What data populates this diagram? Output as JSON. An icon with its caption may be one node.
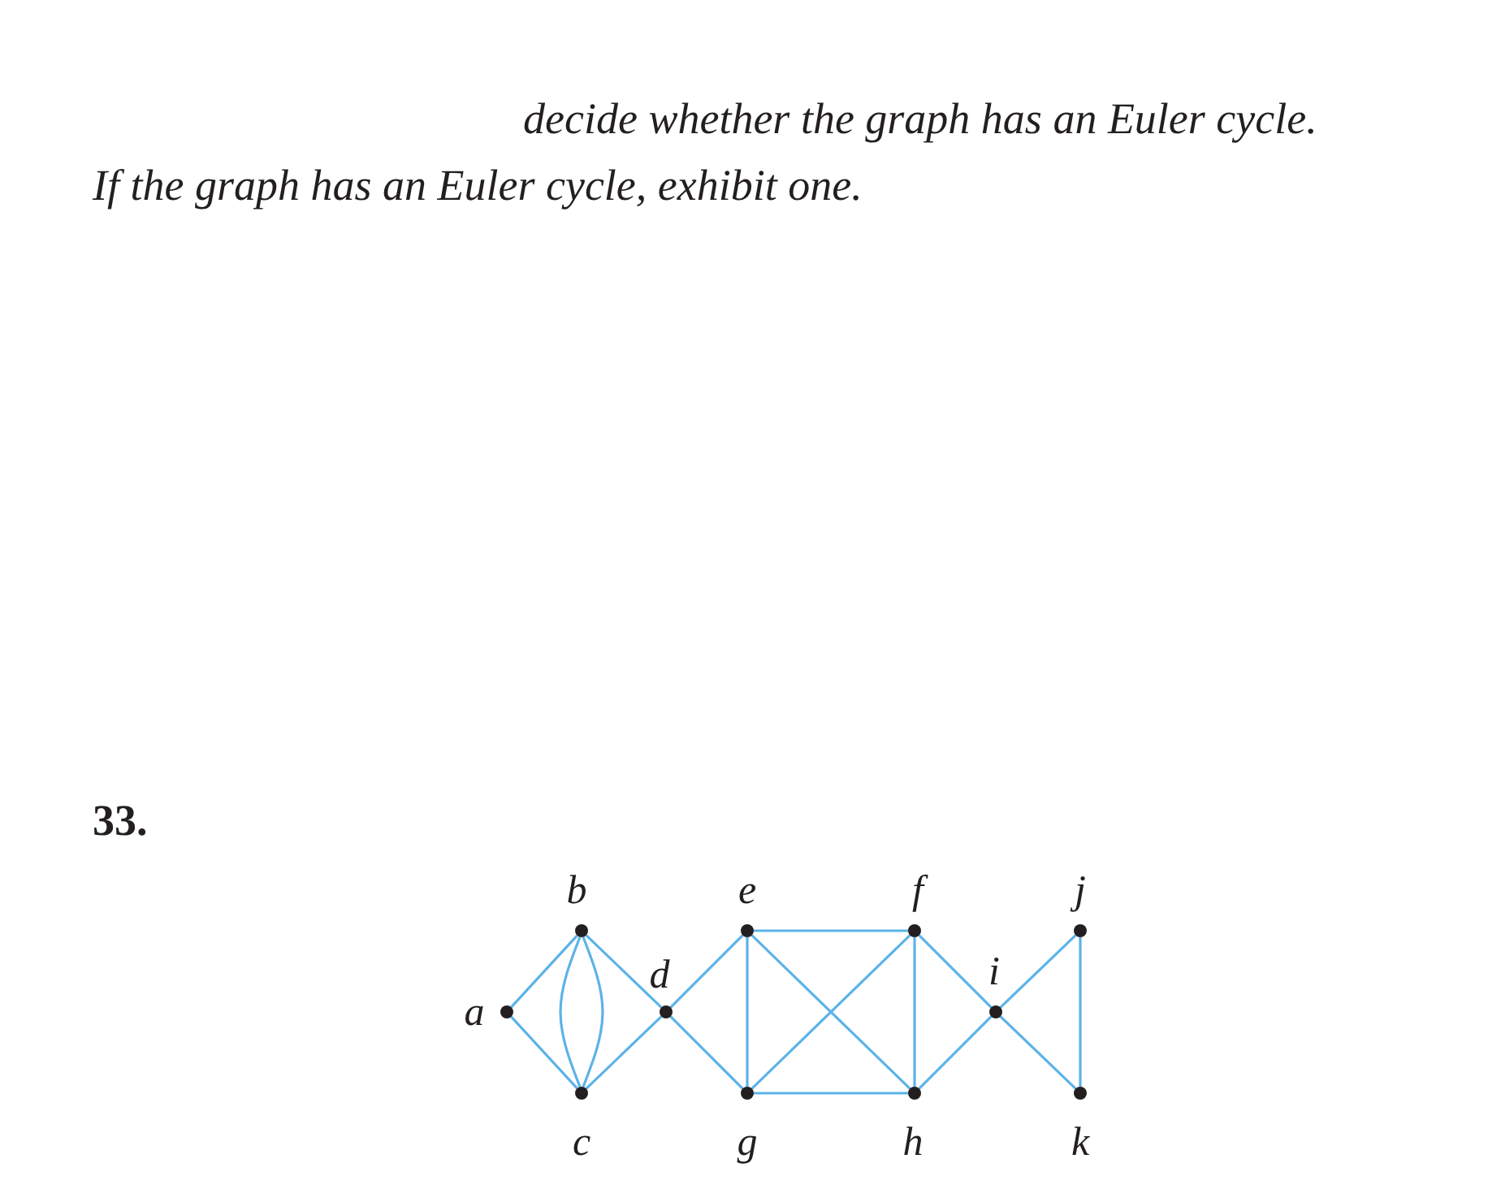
{
  "diagram": {
    "nodes": [
      {
        "text": [],
        "shape": "circle",
        "beside": [
          "a"
        ]
      },
      {
        "text": [],
        "shape": "circle",
        "beside": [
          "b"
        ]
      },
      {
        "text": [],
        "shape": "circle",
        "beside": [
          "c"
        ]
      },
      {
        "text": [],
        "shape": "circle",
        "beside": [
          "d"
        ]
      },
      {
        "text": [],
        "shape": "circle",
        "beside": [
          "e"
        ]
      },
      {
        "text": [],
        "shape": "circle",
        "beside": [
          "g"
        ]
      },
      {
        "text": [],
        "shape": "circle",
        "beside": [
          "f"
        ]
      },
      {
        "text": [],
        "shape": "circle",
        "beside": [
          "h"
        ]
      },
      {
        "text": [],
        "shape": "circle",
        "beside": [
          "i"
        ]
      },
      {
        "text": [],
        "shape": "circle",
        "beside": [
          "j"
        ]
      },
      {
        "text": [],
        "shape": "circle",
        "beside": [
          "k"
        ]
      }
    ],
    "edges": [
      {
        "from": 0,
        "to": 1,
        "arrow": "none"
      },
      {
        "from": 0,
        "to": 2,
        "arrow": "none"
      },
      {
        "from": 1,
        "to": 2,
        "arrow": "none"
      },
      {
        "from": 1,
        "to": 2,
        "arrow": "none"
      },
      {
        "from": 1,
        "to": 3,
        "arrow": "none"
      },
      {
        "from": 2,
        "to": 3,
        "arrow": "none"
      },
      {
        "from": 3,
        "to": 4,
        "arrow": "none"
      },
      {
        "from": 3,
        "to": 5,
        "arrow": "none"
      },
      {
        "from": 4,
        "to": 6,
        "arrow": "none"
      },
      {
        "from": 4,
        "to": 5,
        "arrow": "none"
      },
      {
        "from": 4,
        "to": 7,
        "arrow": "none"
      },
      {
        "from": 5,
        "to": 6,
        "arrow": "none"
      },
      {
        "from": 5,
        "to": 7,
        "arrow": "none"
      },
      {
        "from": 6,
        "to": 7,
        "arrow": "none"
      },
      {
        "from": 6,
        "to": 8,
        "arrow": "none"
      },
      {
        "from": 7,
        "to": 8,
        "arrow": "none"
      },
      {
        "from": 8,
        "to": 9,
        "arrow": "none"
      },
      {
        "from": 8,
        "to": 10,
        "arrow": "none"
      },
      {
        "from": 9,
        "to": 10,
        "arrow": "none"
      }
    ],
    "labels": [
      "decide whether the graph has an Euler cycle.",
      "If the graph has an Euler cycle, exhibit one.",
      "33."
    ]
  }
}
